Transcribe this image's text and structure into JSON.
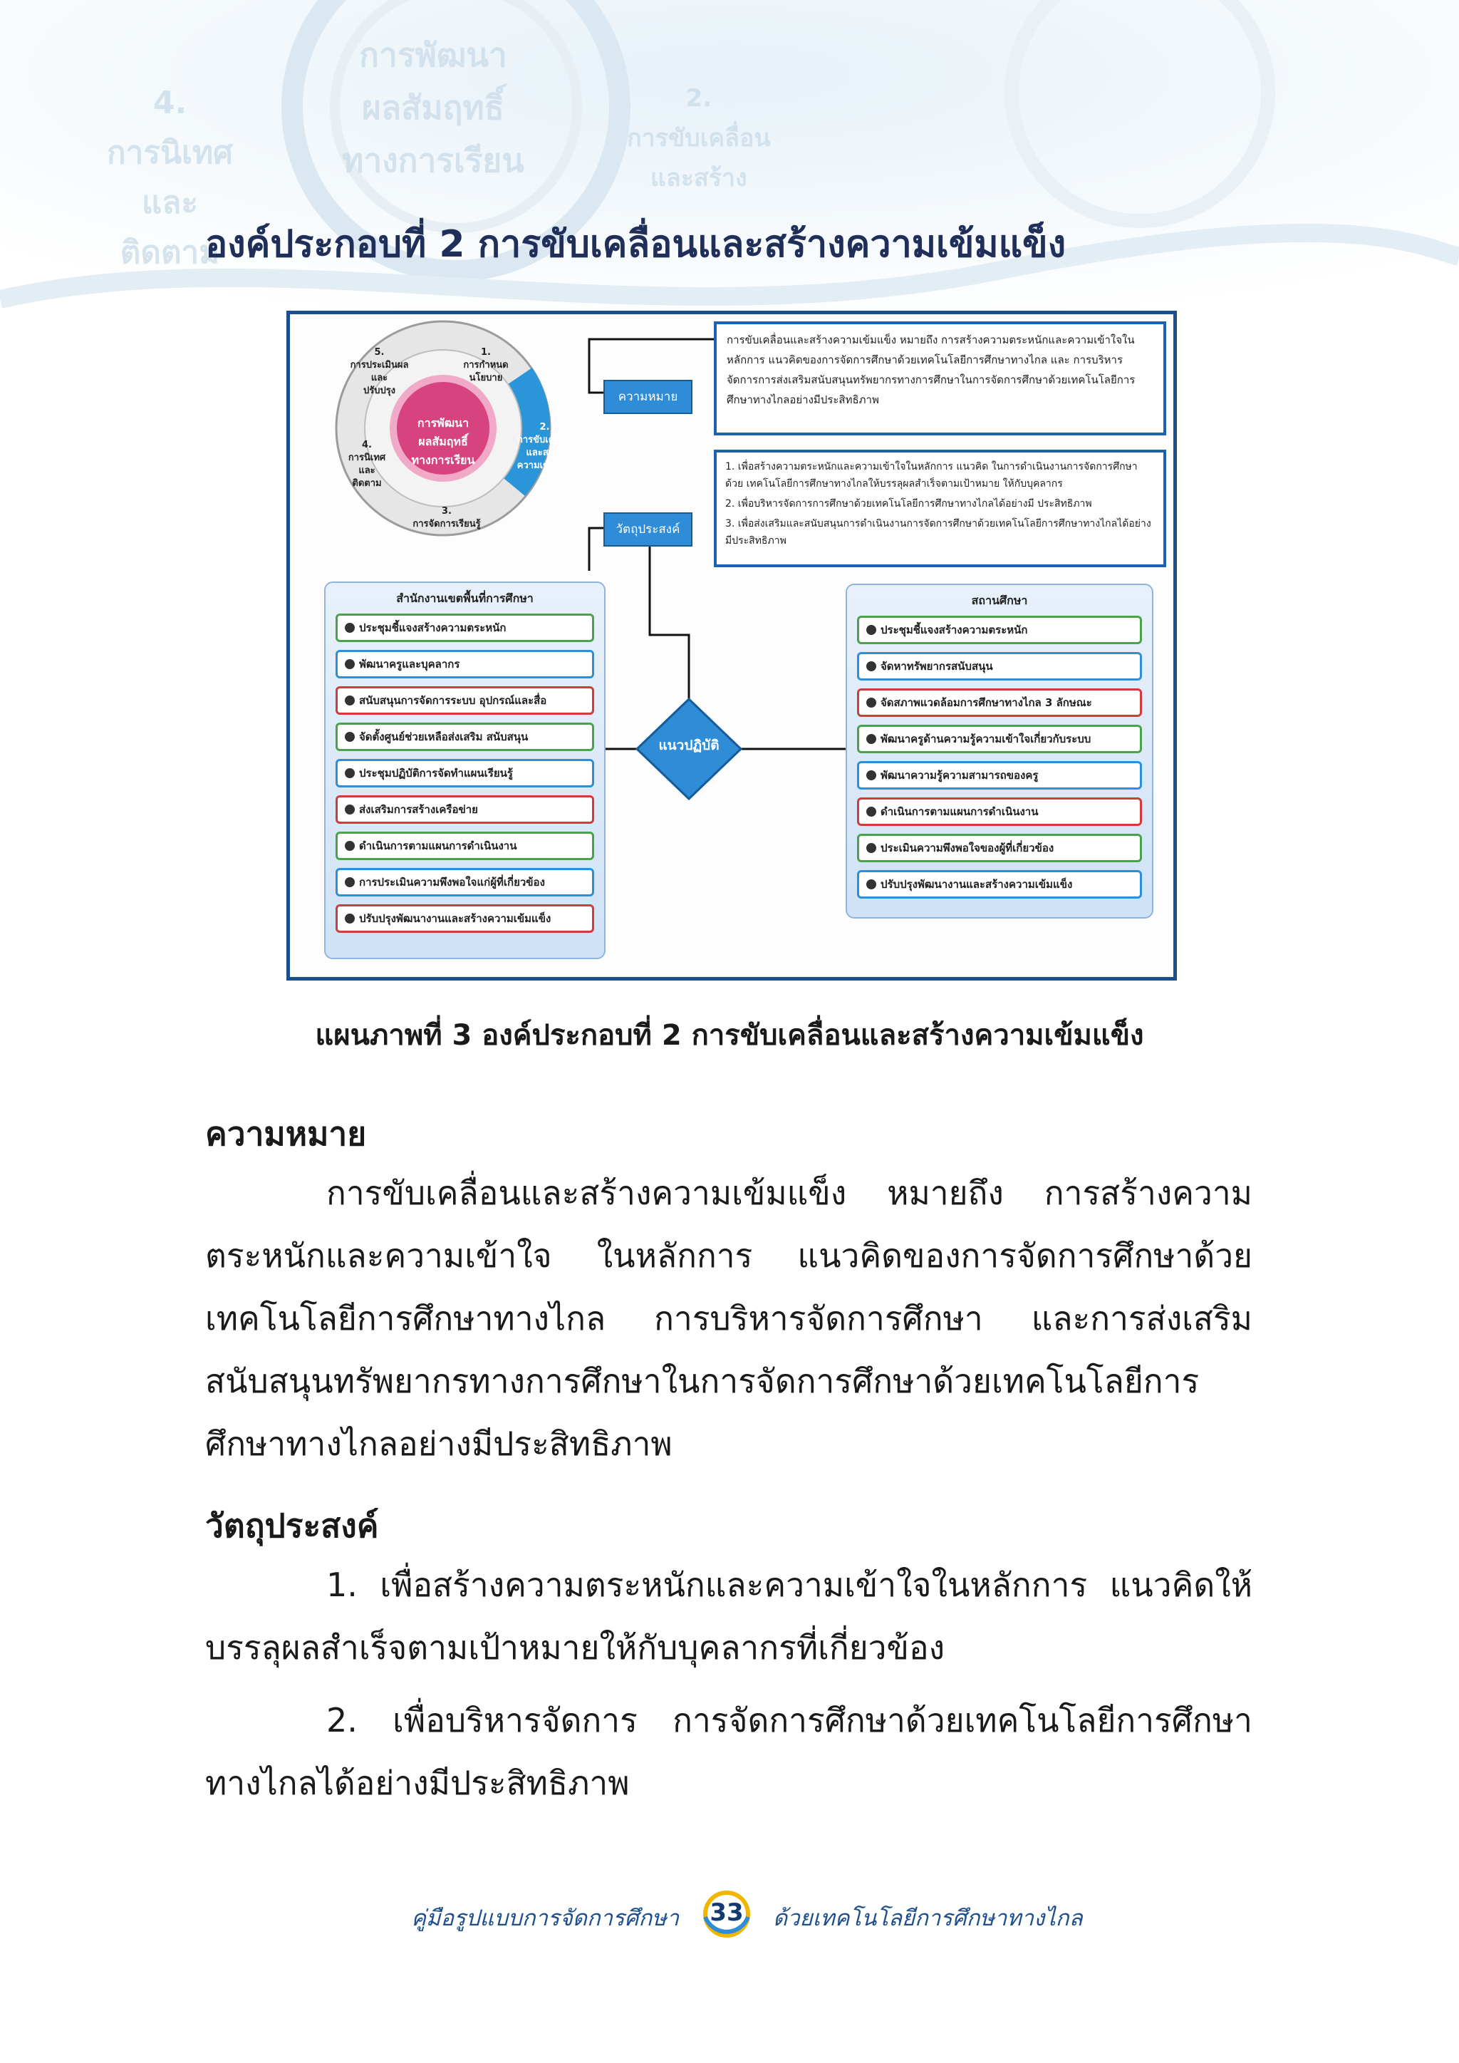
{
  "watermark": {
    "line1": "การพัฒนา",
    "line2": "ผลสัมฤทธิ์",
    "line3": "ทางการเรียน",
    "left1": "4.",
    "left2": "การนิเทศ",
    "left3": "และ",
    "left4": "ติดตาม",
    "right1": "2.",
    "right2": "การขับเคลื่อน",
    "right3": "และสร้าง"
  },
  "title": "องค์ประกอบที่ 2 การขับเคลื่อนและสร้างความเข้มแข็ง",
  "figure": {
    "cycle": {
      "center": [
        "การพัฒนา",
        "ผลสัมฤทธิ์",
        "ทางการเรียน"
      ],
      "s1": [
        "1.",
        "การกำหนด",
        "นโยบาย"
      ],
      "s2": [
        "2.",
        "การขับเคลื่อน",
        "และสร้าง",
        "ความเข้มแข็ง"
      ],
      "s3": [
        "3.",
        "การจัดการเรียนรู้"
      ],
      "s4": [
        "4.",
        "การนิเทศ",
        "และ",
        "ติดตาม"
      ],
      "s5": [
        "5.",
        "การประเมินผล",
        "และ",
        "ปรับปรุง"
      ]
    },
    "tag_definition": "ความหมาย",
    "tag_objective": "วัตถุประสงค์",
    "definition_text": "การขับเคลื่อนและสร้างความเข้มแข็ง หมายถึง การสร้างความตระหนักและความเข้าใจในหลักการ แนวคิดของการจัดการศึกษาด้วยเทคโนโลยีการศึกษาทางไกล และ การบริหารจัดการการส่งเสริมสนับสนุนทรัพยากรทางการศึกษาในการจัดการศึกษาด้วยเทคโนโลยีการศึกษาทางไกลอย่างมีประสิทธิภาพ",
    "objectives": [
      "1. เพื่อสร้างความตระหนักและความเข้าใจในหลักการ แนวคิด ในการดำเนินงานการจัดการศึกษาด้วย เทคโนโลยีการศึกษาทางไกลให้บรรลุผลสำเร็จตามเป้าหมาย ให้กับบุคลากร",
      "2. เพื่อบริหารจัดการการศึกษาด้วยเทคโนโลยีการศึกษาทางไกลได้อย่างมี ประสิทธิภาพ",
      "3. เพื่อส่งเสริมและสนับสนุนการดำเนินงานการจัดการศึกษาด้วยเทคโนโลยีการศึกษาทางไกลได้อย่างมีประสิทธิภาพ"
    ],
    "diamond": "แนวปฏิบัติ",
    "left_panel": {
      "title": "สำนักงานเขตพื้นที่การศึกษา",
      "items": [
        "ประชุมชี้แจงสร้างความตระหนัก",
        "พัฒนาครูและบุคลากร",
        "สนับสนุนการจัดการระบบ อุปกรณ์และสื่อ",
        "จัดตั้งศูนย์ช่วยเหลือส่งเสริม สนับสนุน",
        "ประชุมปฏิบัติการจัดทำแผนเรียนรู้",
        "ส่งเสริมการสร้างเครือข่าย",
        "ดำเนินการตามแผนการดำเนินงาน",
        "การประเมินความพึงพอใจแก่ผู้ที่เกี่ยวข้อง",
        "ปรับปรุงพัฒนางานและสร้างความเข้มแข็ง"
      ]
    },
    "right_panel": {
      "title": "สถานศึกษา",
      "items": [
        "ประชุมชี้แจงสร้างความตระหนัก",
        "จัดหาทรัพยากรสนับสนุน",
        "จัดสภาพแวดล้อมการศึกษาทางไกล 3 ลักษณะ",
        "พัฒนาครูด้านความรู้ความเข้าใจเกี่ยวกับระบบ",
        "พัฒนาความรู้ความสามารถของครู",
        "ดำเนินการตามแผนการดำเนินงาน",
        "ประเมินความพึงพอใจของผู้ที่เกี่ยวข้อง",
        "ปรับปรุงพัฒนางานและสร้างความเข้มแข็ง"
      ]
    }
  },
  "caption": "แผนภาพที่ 3  องค์ประกอบที่ 2  การขับเคลื่อนและสร้างความเข้มแข็ง",
  "definition": {
    "heading": "ความหมาย",
    "body": "การขับเคลื่อนและสร้างความเข้มแข็ง  หมายถึง  การสร้างความตระหนักและความเข้าใจ  ในหลักการ  แนวคิดของการจัดการศึกษาด้วยเทคโนโลยีการศึกษาทางไกล  การบริหารจัดการศึกษา และการส่งเสริมสนับสนุนทรัพยากรทางการศึกษาในการจัดการศึกษาด้วยเทคโนโลยีการศึกษาทางไกลอย่างมีประสิทธิภาพ"
  },
  "objective": {
    "heading": "วัตถุประสงค์",
    "item1": "1.  เพื่อสร้างความตระหนักและความเข้าใจในหลักการ  แนวคิดให้บรรลุผลสำเร็จตามเป้าหมายให้กับบุคลากรที่เกี่ยวข้อง",
    "item2": "2.  เพื่อบริหารจัดการ  การจัดการศึกษาด้วยเทคโนโลยีการศึกษาทางไกลได้อย่างมีประสิทธิภาพ"
  },
  "footer": {
    "left": "คู่มือรูปแบบการจัดการศึกษา",
    "page": "33",
    "right": "ด้วยเทคโนโลยีการศึกษาทางไกล"
  },
  "colors": {
    "accent_blue": "#2f8cd6",
    "border_green": "#4aa34a",
    "border_red": "#d33a3a",
    "title_navy": "#1f2f5a"
  }
}
